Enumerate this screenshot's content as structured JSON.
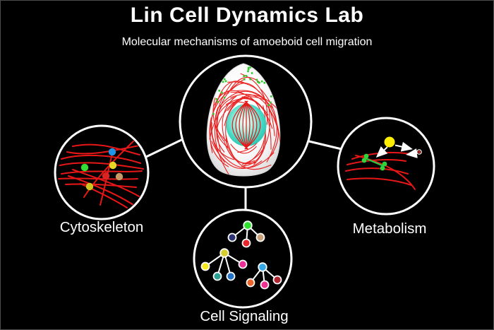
{
  "header": {
    "title": "Lin Cell Dynamics Lab",
    "subtitle": "Molecular mechanisms of amoeboid cell migration"
  },
  "sections": [
    {
      "id": "cytoskeleton",
      "label": "Cytoskeleton"
    },
    {
      "id": "metabolism",
      "label": "Metabolism"
    },
    {
      "id": "cell-signaling",
      "label": "Cell Signaling"
    }
  ],
  "colors": {
    "background": "#000000",
    "outline_white": "#ffffff",
    "filament_red": "#e81717",
    "membrane_gray": "#ededed",
    "nucleus_teal": "#35d3be",
    "speck_green": "#2ecc2e",
    "vesicle_green": "#2dd43c",
    "vesicle_link_green": "#2bc940",
    "metabolite_yellow": "#ffee00",
    "signal_dot_red": "#e02020"
  },
  "cytoskeleton_dots": [
    "#2196e8",
    "#33dd33",
    "#e8d825",
    "#dd2222",
    "#c59a68",
    "#ccc41f"
  ],
  "signaling_trees": [
    {
      "parent": "#2ee12e",
      "children": [
        "#2e3374",
        "#e6252d",
        "#c9a27c"
      ]
    },
    {
      "parent": "#d6cd2f",
      "children": [
        "#f6e81e",
        "#2aa193",
        "#2272c8",
        "#ec2f94"
      ]
    },
    {
      "parent": "#33a9e8",
      "children": [
        "#ee6426",
        "#f03192",
        "#b2242f"
      ]
    }
  ]
}
